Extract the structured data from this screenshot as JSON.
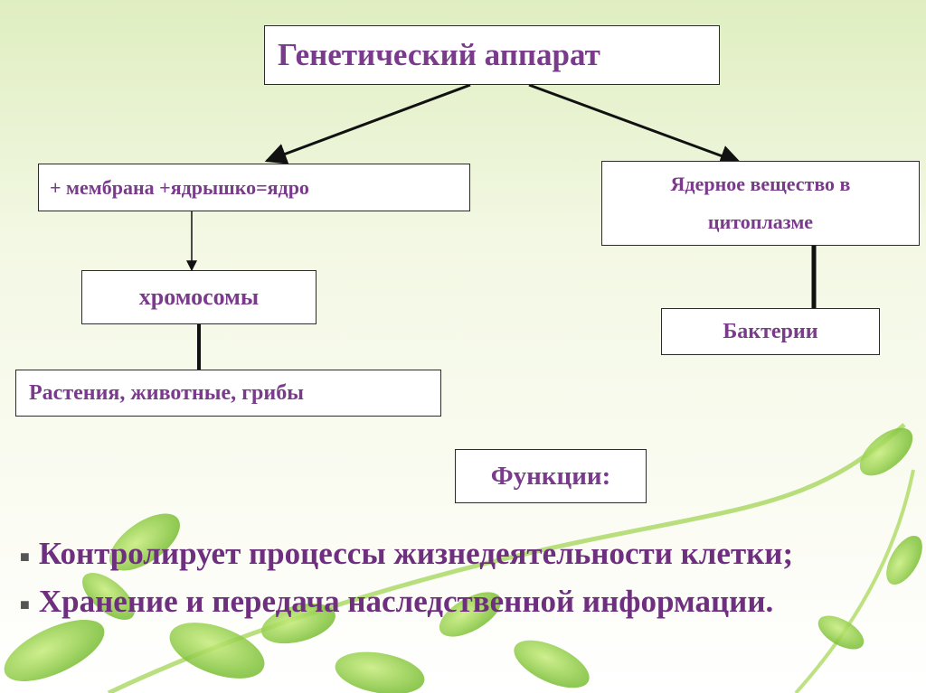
{
  "diagram": {
    "title": "Генетический аппарат",
    "left_branch": "+ мембрана +ядрышко=ядро",
    "chromosomes": "хромосомы",
    "eukaryotes": "Растения, животные, грибы",
    "right_branch": "Ядерное вещество в цитоплазме",
    "bacteria": "Бактерии",
    "functions_heading": "Функции:"
  },
  "functions": [
    "Контролирует процессы жизнедеятельности клетки;",
    "Хранение и передача наследственной информации."
  ],
  "colors": {
    "text": "#7a3b8c",
    "leaf_green": "#8fcf3a",
    "background": "#f2f7df"
  }
}
